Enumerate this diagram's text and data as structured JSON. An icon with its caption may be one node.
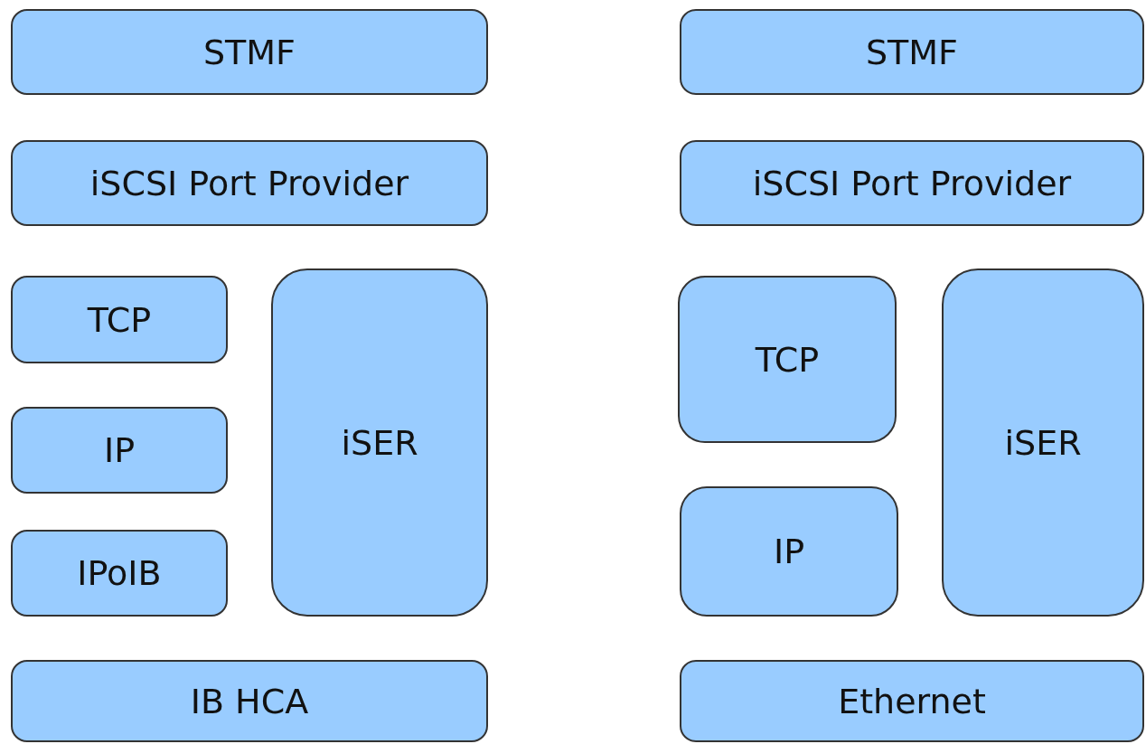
{
  "diagram": {
    "nodes": [
      {
        "text": [
          "STMF"
        ]
      },
      {
        "text": [
          "iSCSI Port Provider"
        ]
      },
      {
        "text": [
          "TCP"
        ]
      },
      {
        "text": [
          "IP"
        ]
      },
      {
        "text": [
          "IPoIB"
        ]
      },
      {
        "text": [
          "iSER"
        ]
      },
      {
        "text": [
          "IB HCA"
        ]
      },
      {
        "text": [
          "STMF"
        ]
      },
      {
        "text": [
          "iSCSI Port Provider"
        ]
      },
      {
        "text": [
          "TCP"
        ]
      },
      {
        "text": [
          "IP"
        ]
      },
      {
        "text": [
          "iSER"
        ]
      },
      {
        "text": [
          "Ethernet"
        ]
      }
    ]
  }
}
